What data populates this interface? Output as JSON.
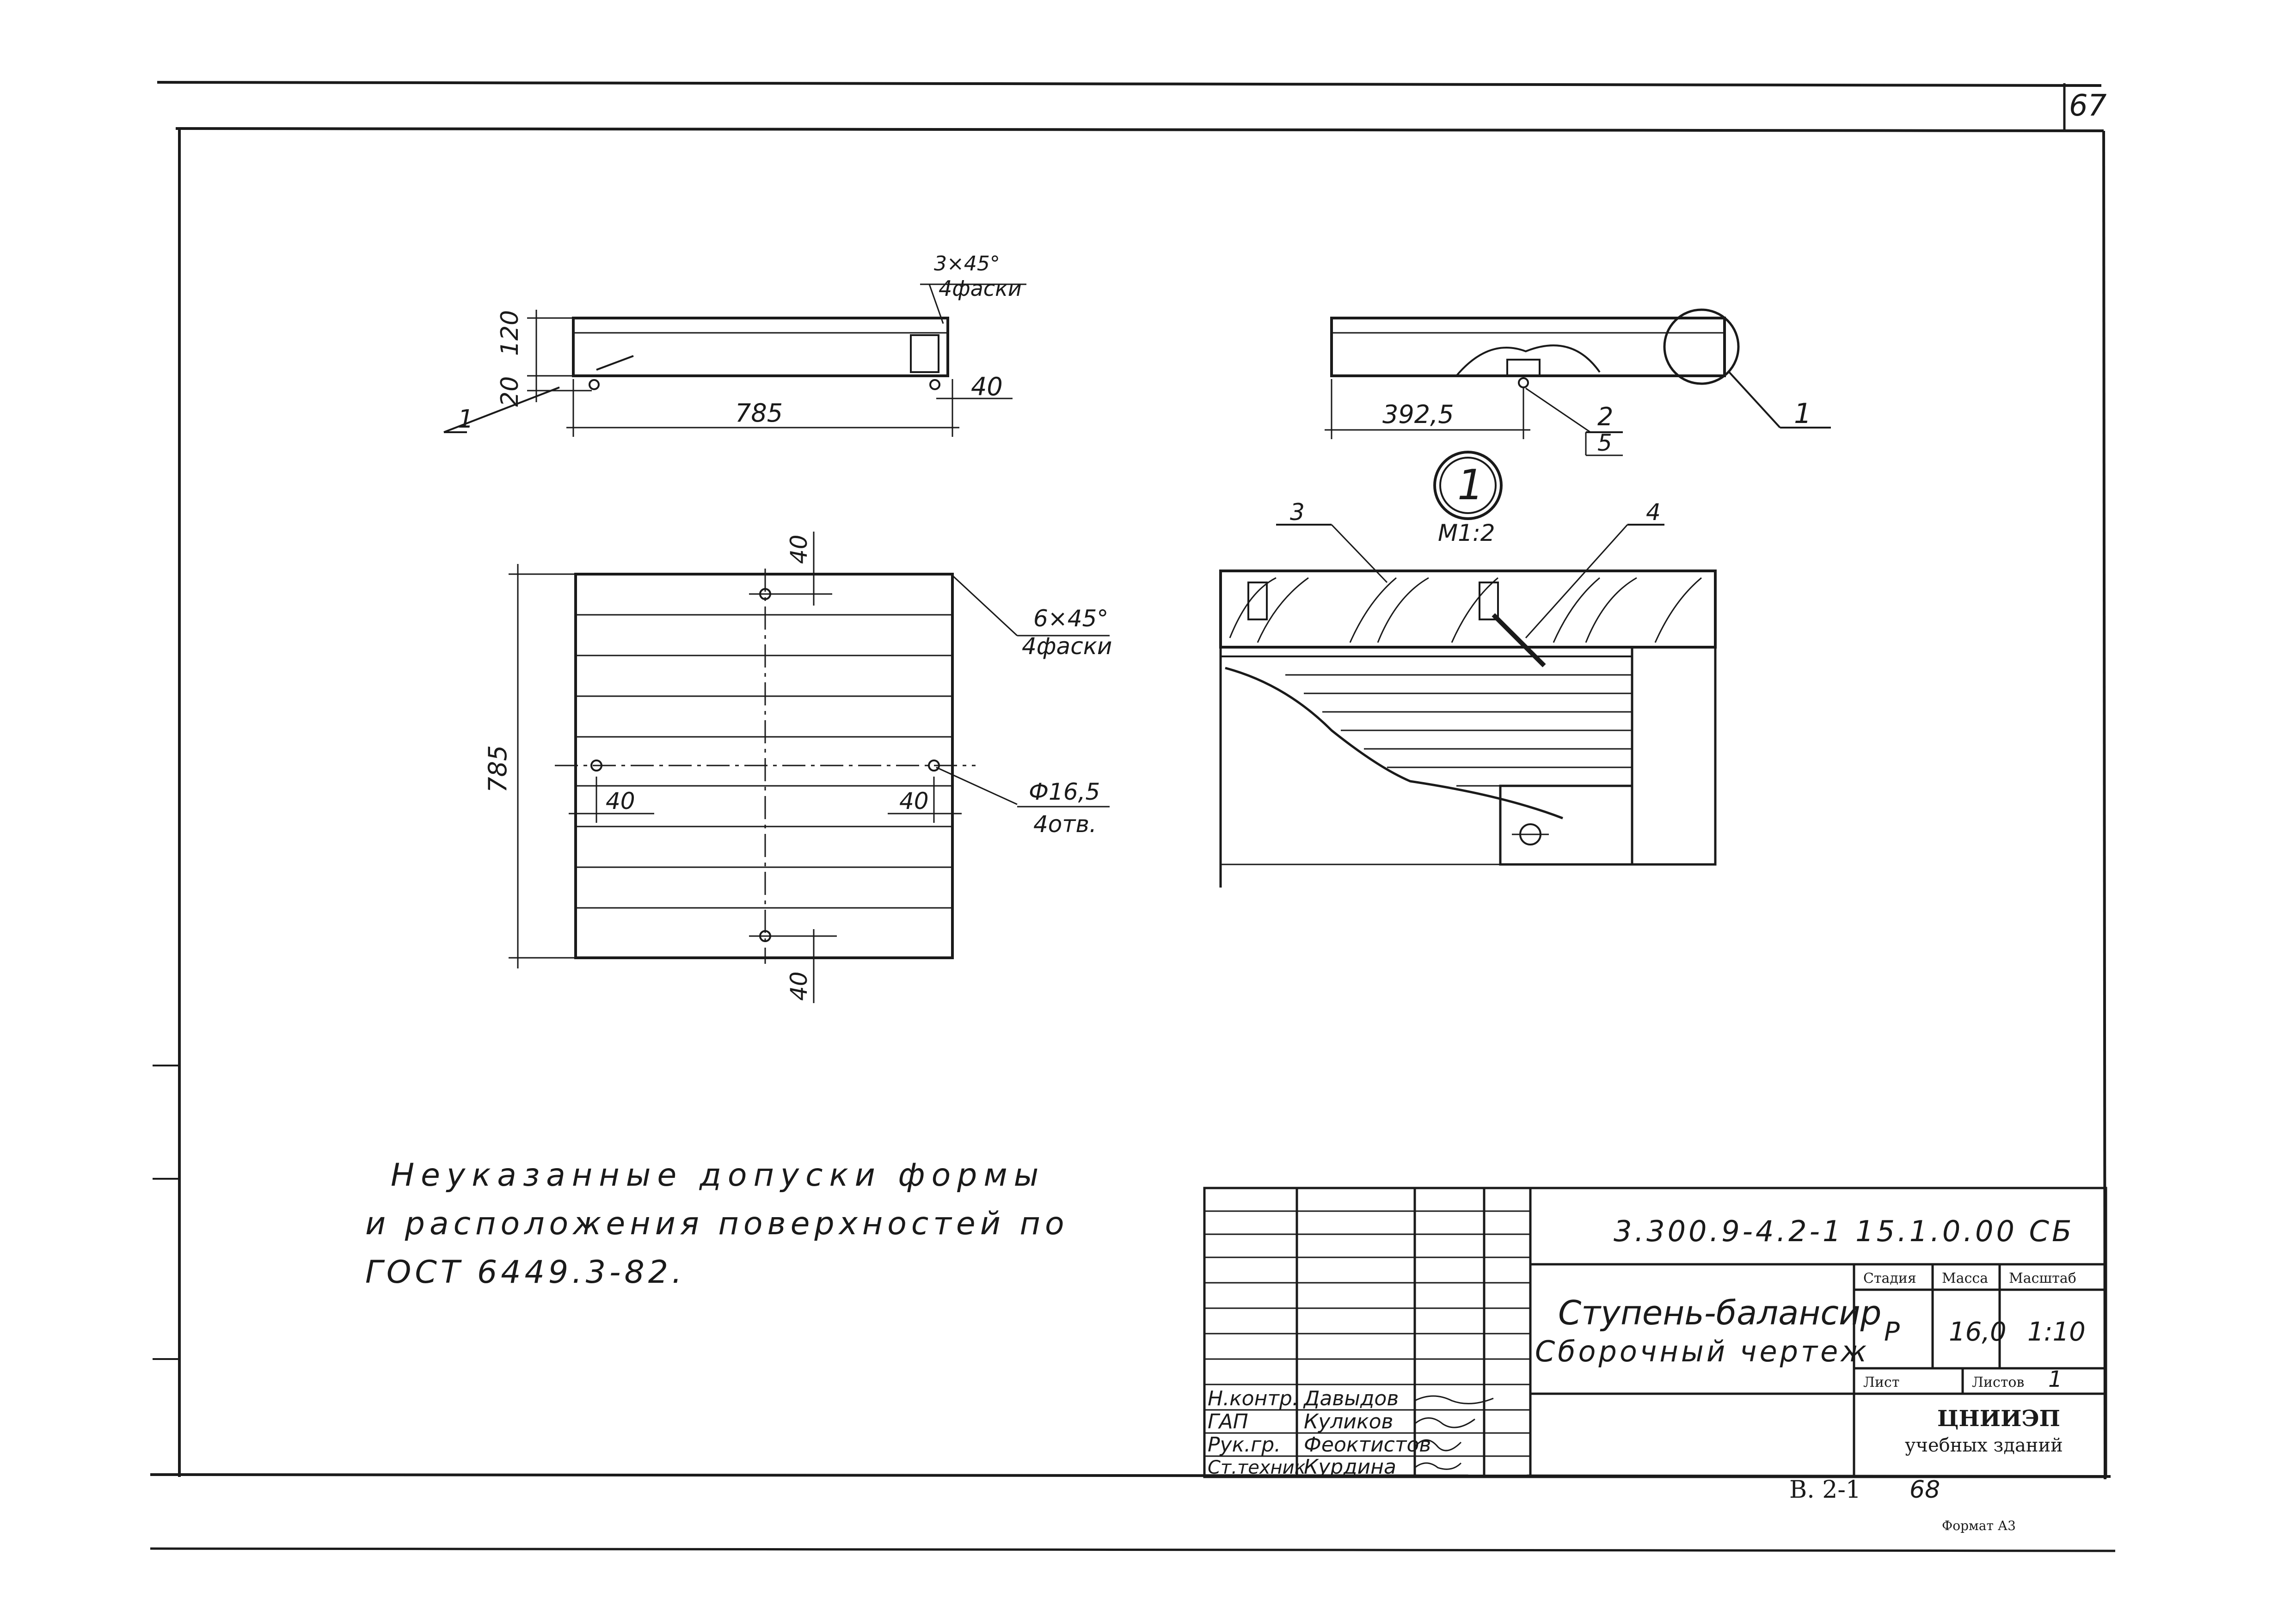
{
  "sheet": {
    "page_number": "67",
    "album_ref_prefix": "В. 2-1",
    "album_ref_number": "68",
    "format_label": "Формат А3"
  },
  "view_front": {
    "dim_height_120": "120",
    "dim_offset_20": "20",
    "dim_length_785": "785",
    "dim_edge_40": "40",
    "chamfer_size": "3×45°",
    "chamfer_count": "4фаски",
    "callout_1": "1"
  },
  "view_side": {
    "dim_392_5": "392,5",
    "callout_pos": "2",
    "callout_qty": "5",
    "callout_detail": "1"
  },
  "view_plan": {
    "dim_785": "785",
    "dim_40_top": "40",
    "dim_40_bottom": "40",
    "dim_40_left": "40",
    "dim_40_right": "40",
    "chamfer_size": "6×45°",
    "chamfer_count": "4фаски",
    "hole_diameter": "Ф16,5",
    "hole_count": "4отв."
  },
  "detail": {
    "marker": "1",
    "scale": "М1:2",
    "callout_3": "3",
    "callout_4": "4"
  },
  "note": {
    "line1": "Неуказанные допуски формы",
    "line2": "и расположения поверхностей по",
    "line3": "ГОСТ 6449.3-82."
  },
  "title_block": {
    "designation": "3.300.9-4.2-1 15.1.0.00 СБ",
    "title_line1": "Ступень-балансир",
    "title_line2": "Сборочный чертеж",
    "stage_header": "Стадия",
    "mass_header": "Масса",
    "scale_header": "Масштаб",
    "stage_value": "Р",
    "mass_value": "16,0",
    "scale_value": "1:10",
    "sheet_label": "Лист",
    "sheets_label": "Листов",
    "sheets_value": "1",
    "org_line1": "ЦНИИЭП",
    "org_line2": "учебных зданий",
    "signatures": [
      {
        "role": "Н.контр.",
        "name": "Давыдов"
      },
      {
        "role": "ГАП",
        "name": "Куликов"
      },
      {
        "role": "Рук.гр.",
        "name": "Феоктистов"
      },
      {
        "role": "Ст.техник",
        "name": "Курдина"
      }
    ]
  }
}
